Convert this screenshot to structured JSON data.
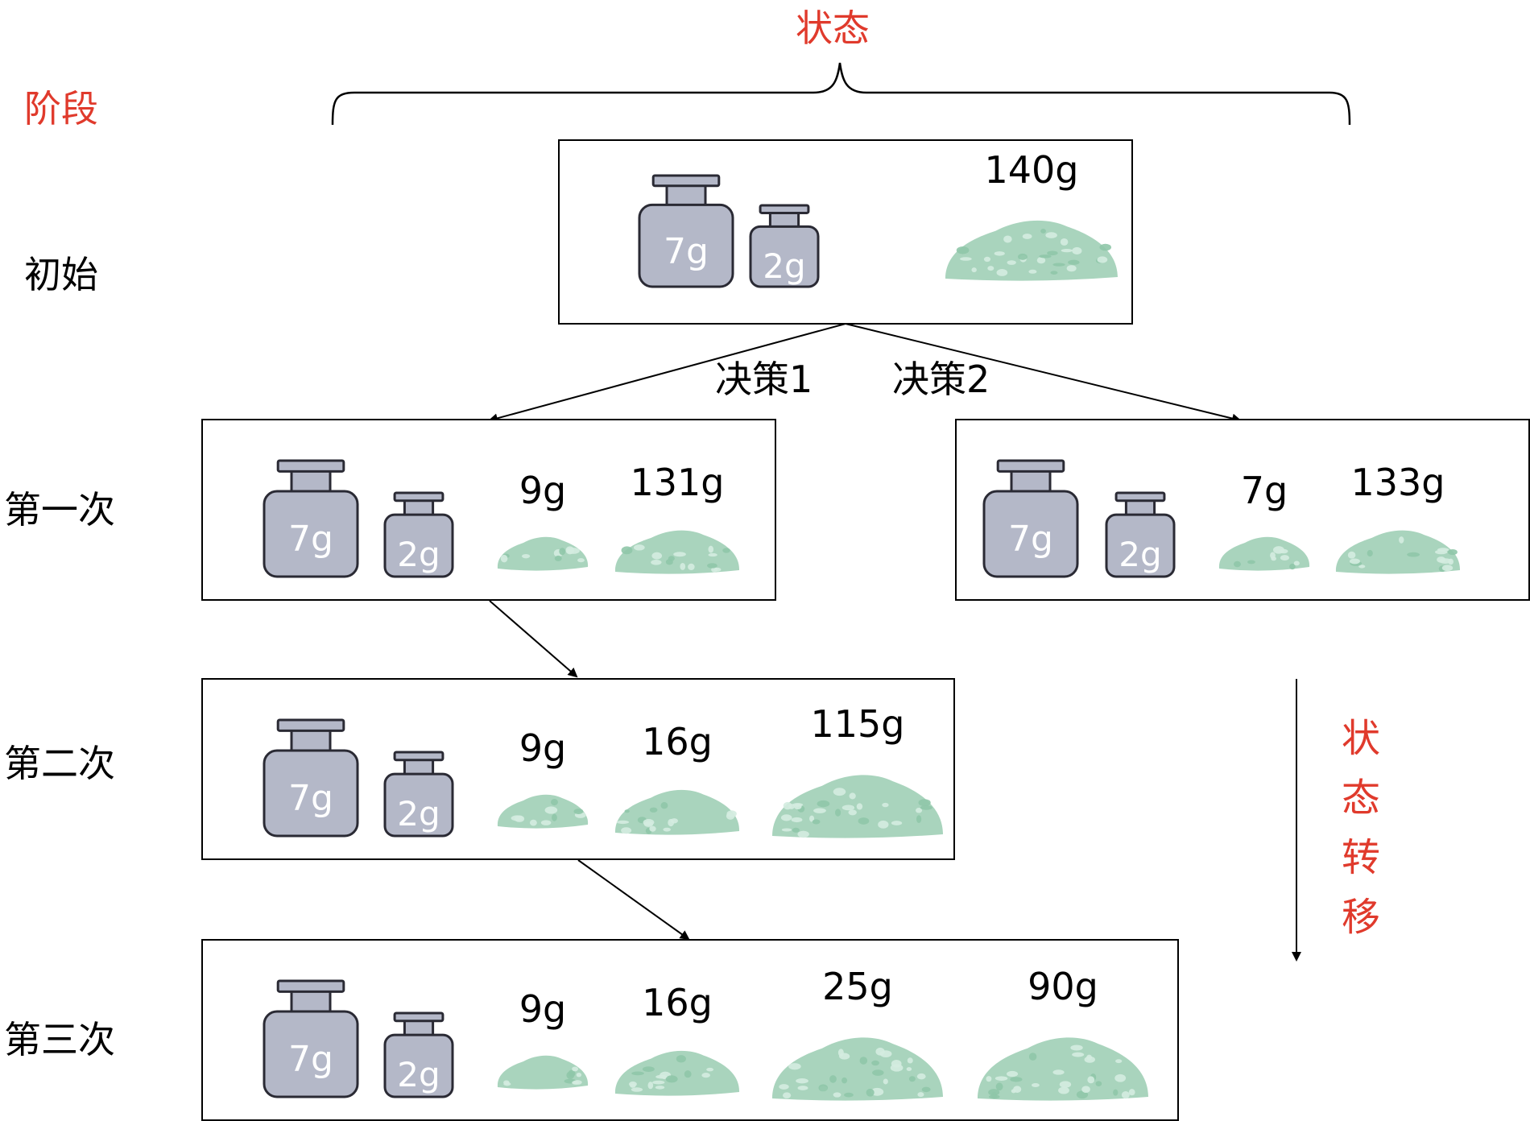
{
  "header": {
    "state_label": "状态",
    "stage_label": "阶段"
  },
  "stages": [
    "初始",
    "第一次",
    "第二次",
    "第三次"
  ],
  "decisions": [
    "决策1",
    "决策2"
  ],
  "transition_label": [
    "状",
    "态",
    "转",
    "移"
  ],
  "weights": {
    "big": "7g",
    "small": "2g"
  },
  "boxes": {
    "initial": {
      "piles": [
        "140g"
      ]
    },
    "first_a": {
      "piles": [
        "9g",
        "131g"
      ]
    },
    "first_b": {
      "piles": [
        "7g",
        "133g"
      ]
    },
    "second": {
      "piles": [
        "9g",
        "16g",
        "115g"
      ]
    },
    "third": {
      "piles": [
        "9g",
        "16g",
        "25g",
        "90g"
      ]
    }
  },
  "colors": {
    "accent": "#e03a2c",
    "weight_fill": "#b4b8c8",
    "pile_fill": "#a9d4bd",
    "pile_speck": "#d4ece0"
  }
}
